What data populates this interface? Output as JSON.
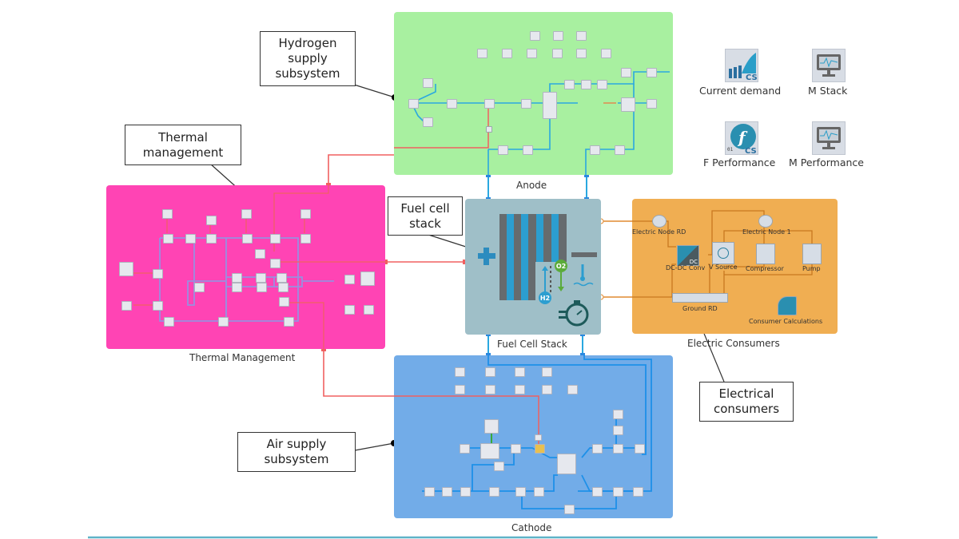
{
  "subsystems": {
    "anode": {
      "label": "Anode",
      "color": "#a8f0a0"
    },
    "thermal": {
      "label": "Thermal Management",
      "color": "#ff44b4"
    },
    "stack": {
      "label": "Fuel Cell Stack",
      "color": "#9fbfc8"
    },
    "electric": {
      "label": "Electric Consumers",
      "color": "#f0ae52"
    },
    "cathode": {
      "label": "Cathode",
      "color": "#72ace8"
    }
  },
  "callouts": {
    "hydrogen": "Hydrogen supply subsystem",
    "thermal": "Thermal management",
    "stack": "Fuel cell stack",
    "electrical": "Electrical consumers",
    "air": "Air supply subsystem"
  },
  "tiles": [
    {
      "label": "Current demand",
      "icon": "chart-cs-icon"
    },
    {
      "label": "M Stack",
      "icon": "monitor-icon"
    },
    {
      "label": "F Performance",
      "icon": "function-cs-icon"
    },
    {
      "label": "M Performance",
      "icon": "monitor-icon"
    }
  ],
  "electric_components": {
    "node_rd": "Electric Node RD",
    "node_1": "Electric Node 1",
    "dcdc": "DC-DC Conv",
    "vsource": "V Source",
    "compressor": "Compressor",
    "pump": "Pump",
    "ground": "Ground RD",
    "calc": "Consumer Calculations",
    "dc_text": "DC"
  },
  "stack_icon": {
    "h2": "H2",
    "o2": "O2"
  },
  "colors": {
    "thermal_link": "#f06060",
    "fluid_link": "#2aa8e0",
    "electric_link": "#e08a30",
    "coolant_link": "#9a8ee0",
    "footer_line": "#5fb3c8"
  }
}
